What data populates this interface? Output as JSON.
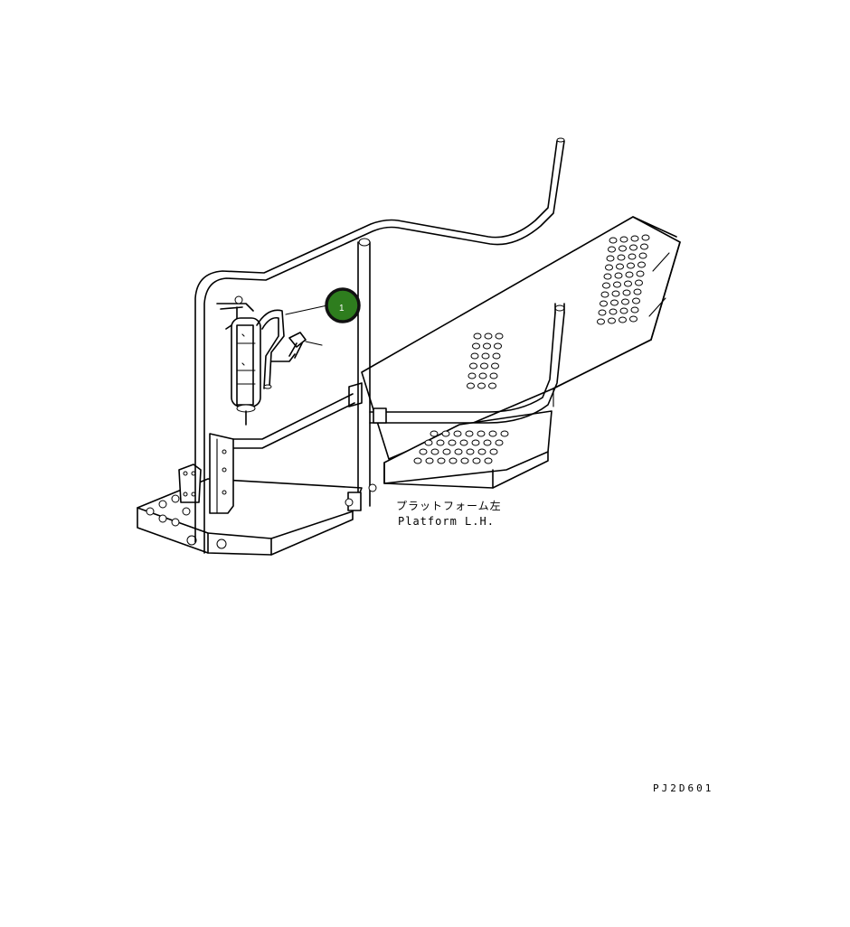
{
  "callout": {
    "number": "1",
    "color": "#2e7d1e",
    "ring_color": "#111111"
  },
  "label": {
    "japanese": "プラットフォーム左",
    "english": "Platform L.H."
  },
  "drawing_code": "PJ2D601"
}
